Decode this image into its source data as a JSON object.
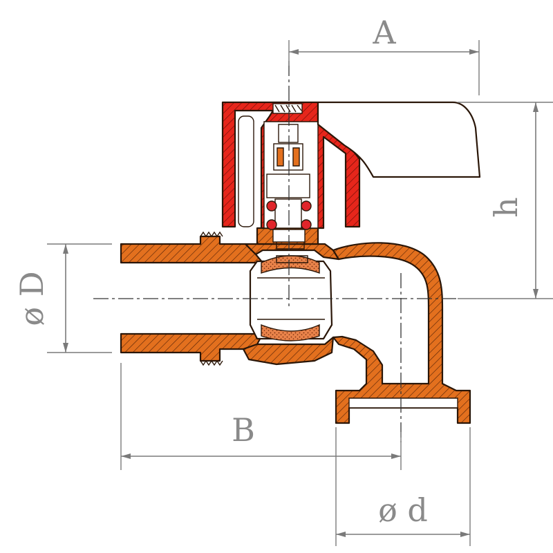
{
  "dimensions": {
    "A": "A",
    "B": "B",
    "h": "h",
    "D": "ø D",
    "d": "ø d"
  },
  "colors": {
    "body": "#e3701e",
    "handle_section": "#e6261b",
    "outline": "#2a1608",
    "dimension": "#7a7a7a",
    "ball_fill": "#e9834a",
    "seal": "#e0252a"
  }
}
